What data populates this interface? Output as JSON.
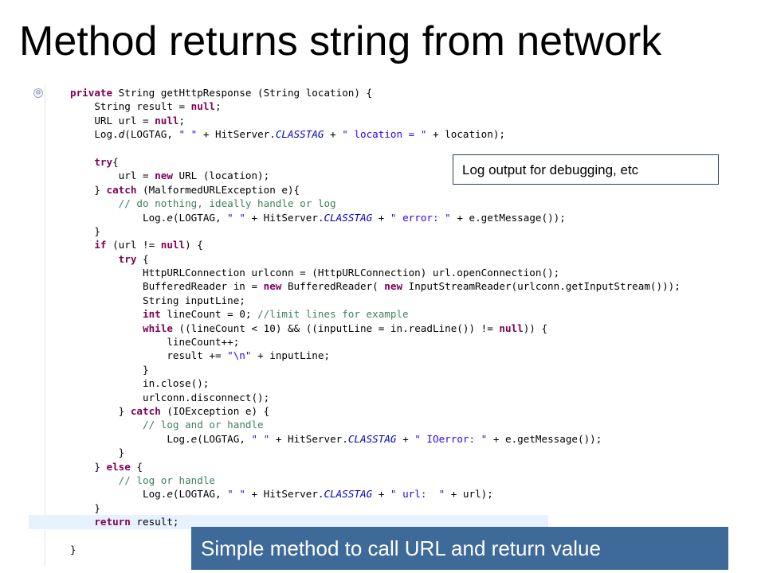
{
  "slide": {
    "title": "Method returns string from network"
  },
  "editor": {
    "fold_glyph": "⊖",
    "lines": [
      [
        [
          "kw",
          "private"
        ],
        [
          "n",
          " String getHttpResponse (String location) {"
        ]
      ],
      [
        [
          "n",
          "    String result = "
        ],
        [
          "kw",
          "null"
        ],
        [
          "n",
          ";"
        ]
      ],
      [
        [
          "n",
          "    URL url = "
        ],
        [
          "kw",
          "null"
        ],
        [
          "n",
          ";"
        ]
      ],
      [
        [
          "n",
          "    Log."
        ],
        [
          "me",
          "d"
        ],
        [
          "n",
          "(LOGTAG, "
        ],
        [
          "st",
          "\" \""
        ],
        [
          "n",
          " + HitServer."
        ],
        [
          "fi",
          "CLASSTAG"
        ],
        [
          "n",
          " + "
        ],
        [
          "st",
          "\" location = \""
        ],
        [
          "n",
          " + location);"
        ]
      ],
      [
        [
          "n",
          ""
        ]
      ],
      [
        [
          "n",
          "    "
        ],
        [
          "kw",
          "try"
        ],
        [
          "n",
          "{"
        ]
      ],
      [
        [
          "n",
          "        url = "
        ],
        [
          "kw",
          "new"
        ],
        [
          "n",
          " URL (location);"
        ]
      ],
      [
        [
          "n",
          "    } "
        ],
        [
          "kw",
          "catch"
        ],
        [
          "n",
          " (MalformedURLException e){"
        ]
      ],
      [
        [
          "n",
          "        "
        ],
        [
          "cm",
          "// do nothing, ideally handle or log"
        ]
      ],
      [
        [
          "n",
          "            Log."
        ],
        [
          "me",
          "e"
        ],
        [
          "n",
          "(LOGTAG, "
        ],
        [
          "st",
          "\" \""
        ],
        [
          "n",
          " + HitServer."
        ],
        [
          "fi",
          "CLASSTAG"
        ],
        [
          "n",
          " + "
        ],
        [
          "st",
          "\" error: \""
        ],
        [
          "n",
          " + e.getMessage());"
        ]
      ],
      [
        [
          "n",
          "    }"
        ]
      ],
      [
        [
          "n",
          "    "
        ],
        [
          "kw",
          "if"
        ],
        [
          "n",
          " (url != "
        ],
        [
          "kw",
          "null"
        ],
        [
          "n",
          ") {"
        ]
      ],
      [
        [
          "n",
          "        "
        ],
        [
          "kw",
          "try"
        ],
        [
          "n",
          " {"
        ]
      ],
      [
        [
          "n",
          "            HttpURLConnection urlconn = (HttpURLConnection) url.openConnection();"
        ]
      ],
      [
        [
          "n",
          "            BufferedReader in = "
        ],
        [
          "kw",
          "new"
        ],
        [
          "n",
          " BufferedReader( "
        ],
        [
          "kw",
          "new"
        ],
        [
          "n",
          " InputStreamReader(urlconn.getInputStream()));"
        ]
      ],
      [
        [
          "n",
          "            String inputLine;"
        ]
      ],
      [
        [
          "n",
          "            "
        ],
        [
          "kw",
          "int"
        ],
        [
          "n",
          " lineCount = 0; "
        ],
        [
          "cm",
          "//limit lines for example"
        ]
      ],
      [
        [
          "n",
          "            "
        ],
        [
          "kw",
          "while"
        ],
        [
          "n",
          " ((lineCount < 10) && ((inputLine = in.readLine()) != "
        ],
        [
          "kw",
          "null"
        ],
        [
          "n",
          ")) {"
        ]
      ],
      [
        [
          "n",
          "                lineCount++;"
        ]
      ],
      [
        [
          "n",
          "                result += "
        ],
        [
          "st",
          "\"\\n\""
        ],
        [
          "n",
          " + inputLine;"
        ]
      ],
      [
        [
          "n",
          "            }"
        ]
      ],
      [
        [
          "n",
          "            in.close();"
        ]
      ],
      [
        [
          "n",
          "            urlconn.disconnect();"
        ]
      ],
      [
        [
          "n",
          "        } "
        ],
        [
          "kw",
          "catch"
        ],
        [
          "n",
          " (IOException e) {"
        ]
      ],
      [
        [
          "n",
          "            "
        ],
        [
          "cm",
          "// log and or handle"
        ]
      ],
      [
        [
          "n",
          "                Log."
        ],
        [
          "me",
          "e"
        ],
        [
          "n",
          "(LOGTAG, "
        ],
        [
          "st",
          "\" \""
        ],
        [
          "n",
          " + HitServer."
        ],
        [
          "fi",
          "CLASSTAG"
        ],
        [
          "n",
          " + "
        ],
        [
          "st",
          "\" IOerror: \""
        ],
        [
          "n",
          " + e.getMessage());"
        ]
      ],
      [
        [
          "n",
          "        }"
        ]
      ],
      [
        [
          "n",
          "    } "
        ],
        [
          "kw",
          "else"
        ],
        [
          "n",
          " {"
        ]
      ],
      [
        [
          "n",
          "        "
        ],
        [
          "cm",
          "// log or handle"
        ]
      ],
      [
        [
          "n",
          "            Log."
        ],
        [
          "me",
          "e"
        ],
        [
          "n",
          "(LOGTAG, "
        ],
        [
          "st",
          "\" \""
        ],
        [
          "n",
          " + HitServer."
        ],
        [
          "fi",
          "CLASSTAG"
        ],
        [
          "n",
          " + "
        ],
        [
          "st",
          "\" url:  \""
        ],
        [
          "n",
          " + url);"
        ]
      ],
      [
        [
          "n",
          "    }"
        ]
      ],
      [
        [
          "n",
          "    "
        ],
        [
          "kw",
          "return"
        ],
        [
          "n",
          " result;"
        ]
      ],
      [
        [
          "n",
          ""
        ]
      ],
      [
        [
          "n",
          "}"
        ]
      ]
    ],
    "highlight_line": 31
  },
  "callouts": {
    "log_output": "Log output for debugging, etc",
    "simple_method": "Simple method to call URL and return value"
  },
  "colors": {
    "keyword": "#7f0055",
    "comment": "#3f7f5f",
    "string": "#2a00ff",
    "field": "#0000c0",
    "callout_fill": "#3e6a9a",
    "current_line": "#e8f2fe"
  }
}
